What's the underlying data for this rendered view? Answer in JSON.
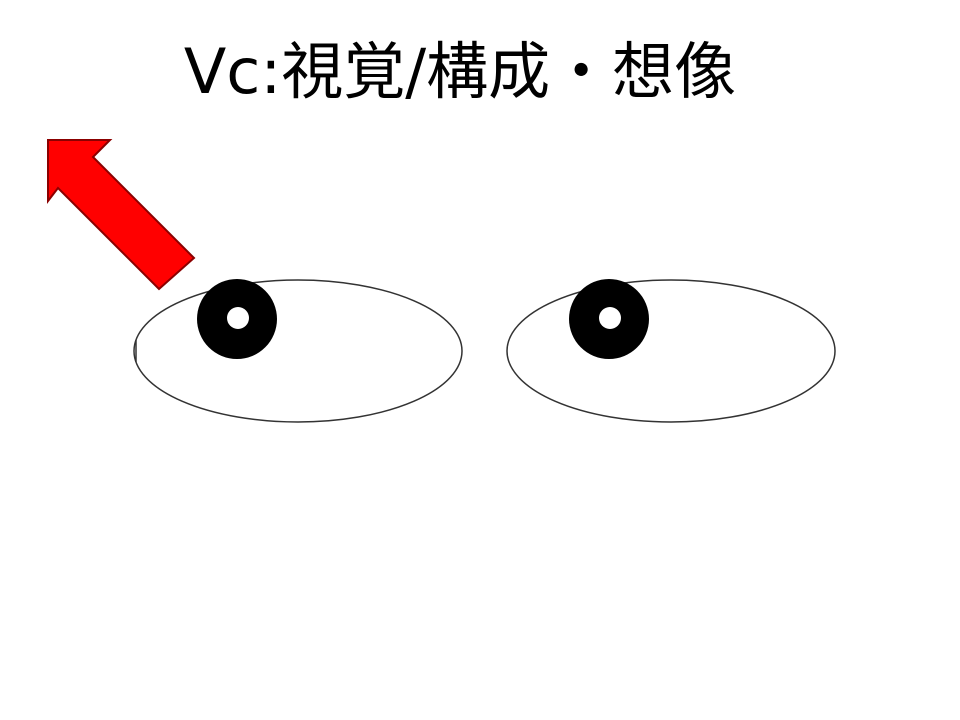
{
  "slide": {
    "title": "Vc:視覚/構成・想像"
  },
  "diagram": {
    "arrow": {
      "direction": "up-left",
      "color": "#ff0000",
      "outline": "#8b0000"
    },
    "eyes": [
      {
        "side": "left",
        "gaze": "up-left"
      },
      {
        "side": "right",
        "gaze": "up-left"
      }
    ],
    "pupil_color": "#000000",
    "eye_outline_color": "#333333"
  }
}
